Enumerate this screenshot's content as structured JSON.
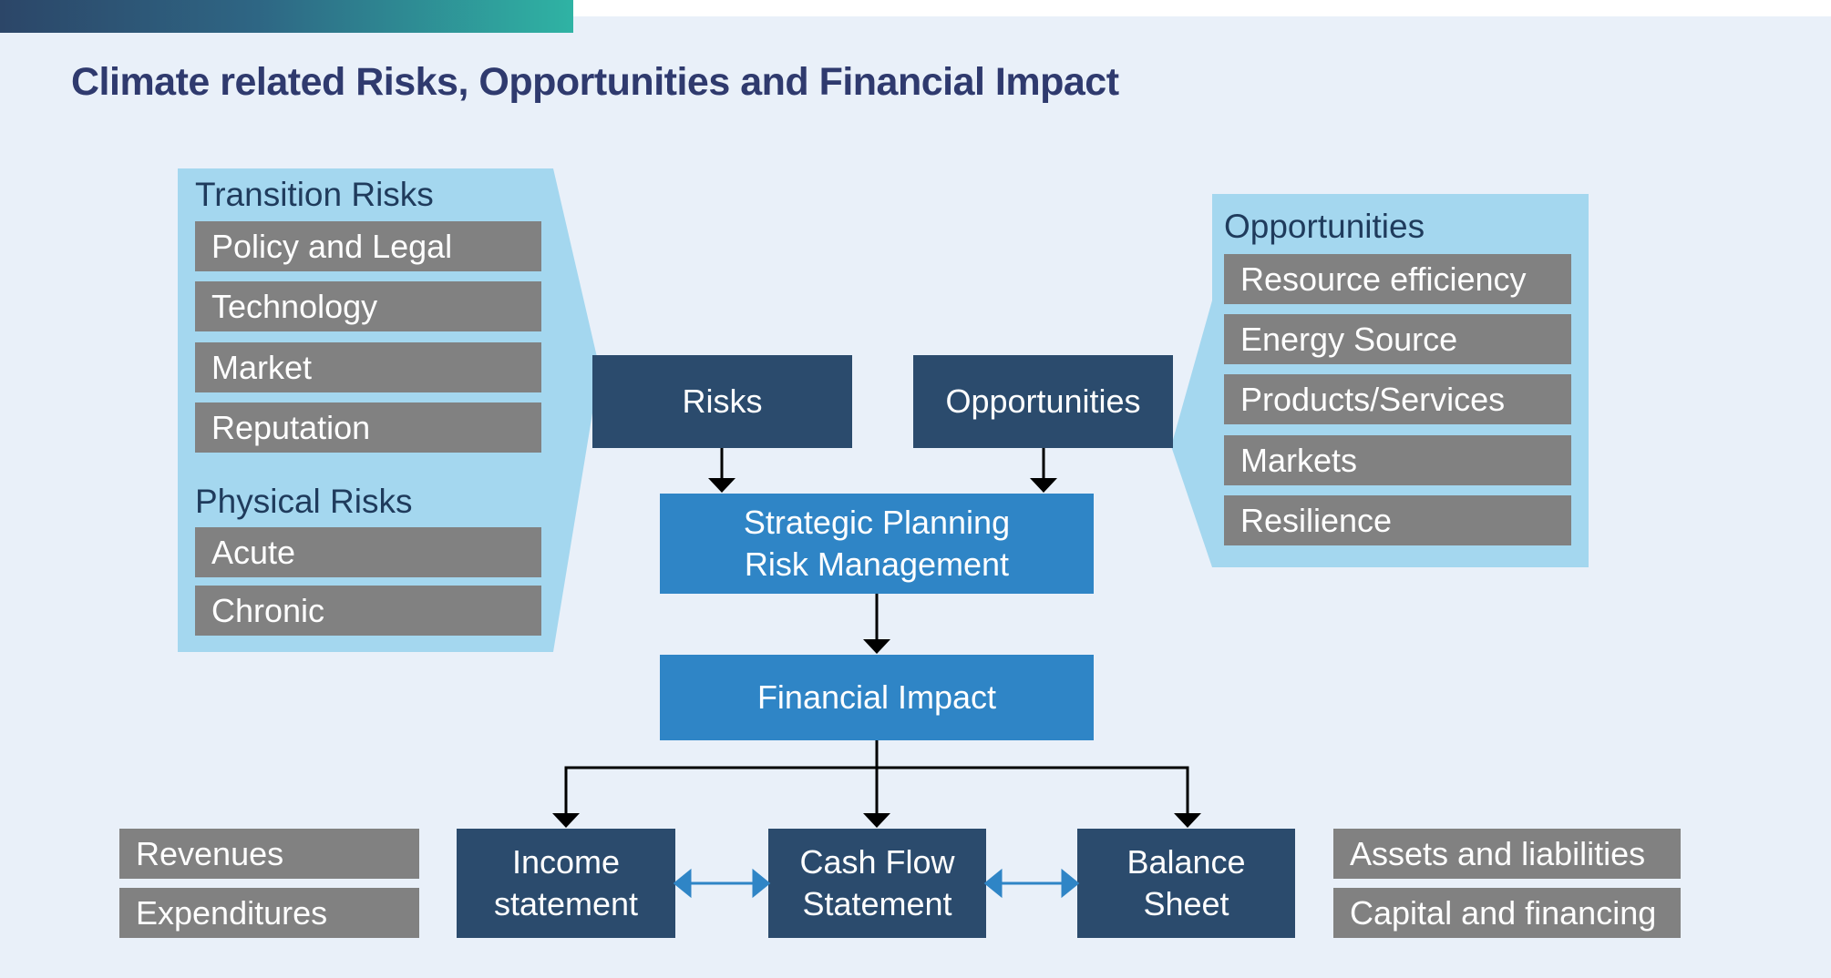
{
  "title": "Climate related Risks, Opportunities and Financial Impact",
  "colors": {
    "background": "#e9f0f9",
    "panel": "#a4d7ef",
    "gray_item": "#818181",
    "dark_box": "#2b4b6d",
    "mid_box": "#2f85c6",
    "title": "#2f3a6e"
  },
  "transition_risks": {
    "label": "Transition Risks",
    "items": [
      "Policy and Legal",
      "Technology",
      "Market",
      "Reputation"
    ]
  },
  "physical_risks": {
    "label": "Physical Risks",
    "items": [
      "Acute",
      "Chronic"
    ]
  },
  "opportunities_panel": {
    "label": "Opportunities",
    "items": [
      "Resource efficiency",
      "Energy Source",
      "Products/Services",
      "Markets",
      "Resilience"
    ]
  },
  "center": {
    "risks": "Risks",
    "opportunities": "Opportunities",
    "strategic": "Strategic Planning\nRisk Management",
    "financial_impact": "Financial Impact"
  },
  "statements": {
    "income": "Income\nstatement",
    "cash_flow": "Cash Flow\nStatement",
    "balance": "Balance\nSheet"
  },
  "left_items": [
    "Revenues",
    "Expenditures"
  ],
  "right_items": [
    "Assets and liabilities",
    "Capital and financing"
  ]
}
